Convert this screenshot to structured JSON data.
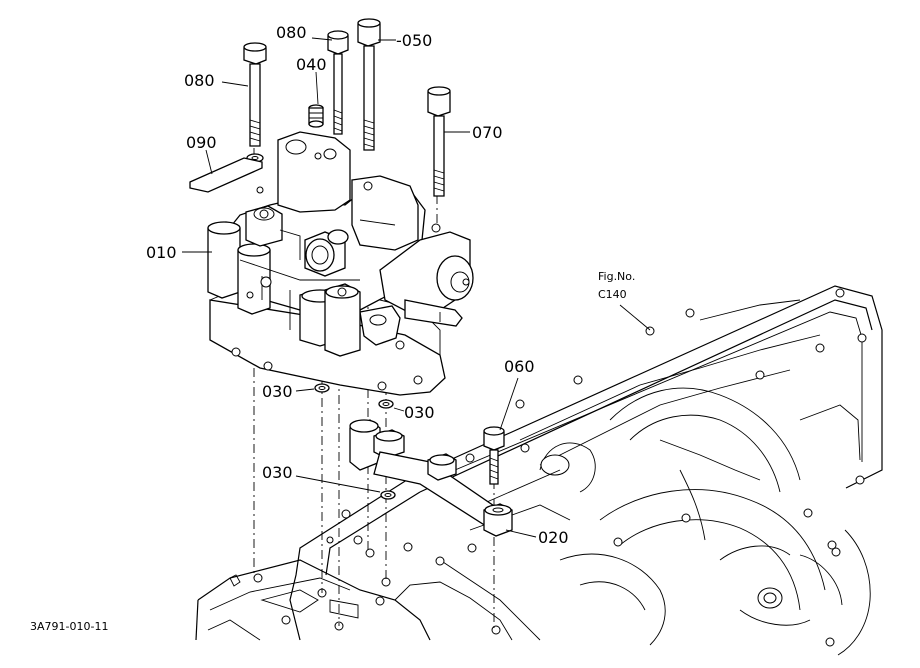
{
  "labels": {
    "p010": "010",
    "p020": "020",
    "p030a": "030",
    "p030b": "030",
    "p030c": "030",
    "p040": "040",
    "p050": "-050",
    "p060": "060",
    "p070": "070",
    "p080a": "080",
    "p080b": "080",
    "p090": "090"
  },
  "figref": {
    "line1": "Fig.No.",
    "line2": "C140"
  },
  "drawing_code": "3A791-010-11"
}
